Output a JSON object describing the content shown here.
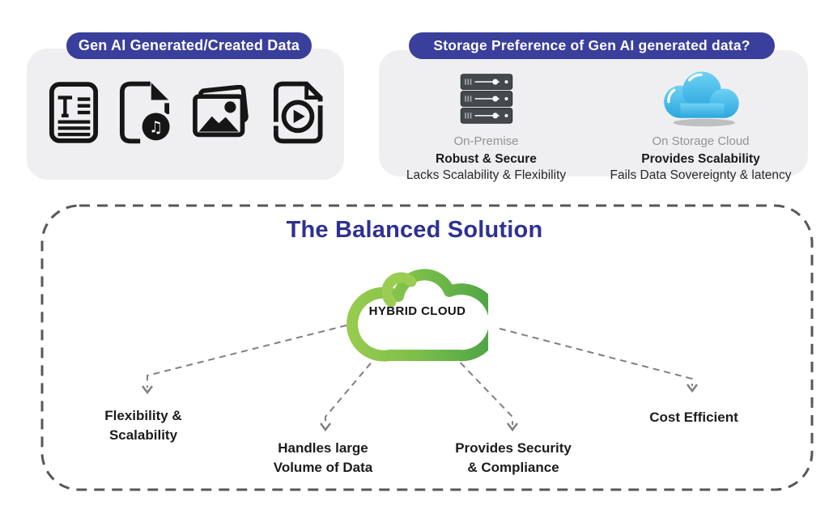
{
  "top_left": {
    "header": "Gen AI Generated/Created Data",
    "icons": [
      {
        "name": "text-document-icon"
      },
      {
        "name": "audio-file-icon"
      },
      {
        "name": "image-gallery-icon"
      },
      {
        "name": "video-file-icon"
      }
    ]
  },
  "top_right": {
    "header": "Storage Preference of Gen AI generated data?",
    "options": [
      {
        "icon": "server-stack-icon",
        "label": "On-Premise",
        "pro": "Robust & Secure",
        "con": "Lacks Scalability & Flexibility"
      },
      {
        "icon": "storage-cloud-icon",
        "label": "On Storage Cloud",
        "pro": "Provides Scalability",
        "con": "Fails Data Sovereignty & latency"
      }
    ]
  },
  "solution": {
    "title": "The Balanced Solution",
    "cloud_label": "HYBRID CLOUD",
    "benefits": [
      "Flexibility &\nScalability",
      "Handles large\nVolume of Data",
      "Provides Security\n& Compliance",
      "Cost Efficient"
    ]
  },
  "colors": {
    "pill_navy": "#3a3f9c",
    "title_navy": "#2e3192",
    "panel_gray": "#efeff1",
    "muted_gray_text": "#919396",
    "dashed_border": "#56575b",
    "arrow_gray": "#7d7f82",
    "green_light": "#97cb4e",
    "green_dark": "#4da345",
    "cloud_blue": "#45bce9",
    "icon_black": "#161616"
  }
}
